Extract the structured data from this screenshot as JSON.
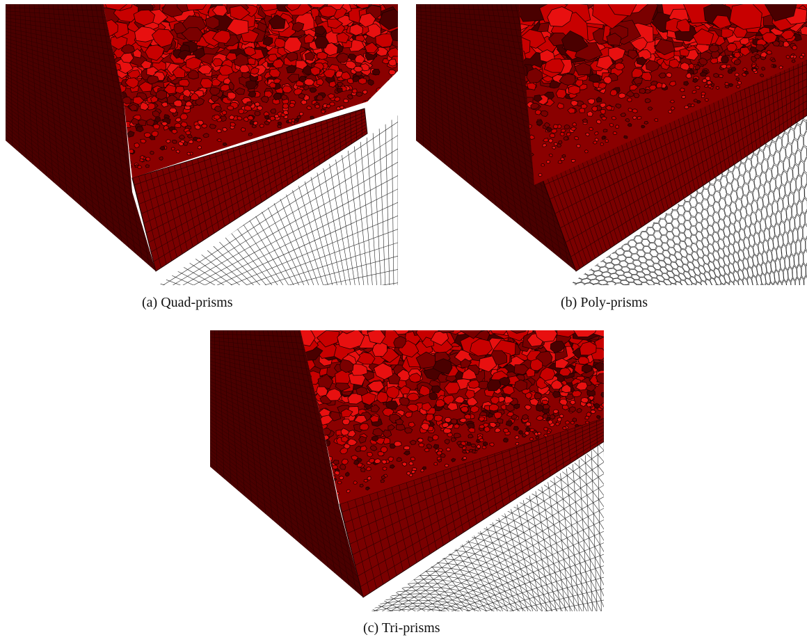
{
  "figures": [
    {
      "id": "a",
      "caption": "(a) Quad-prisms",
      "ground_mesh": "quad"
    },
    {
      "id": "b",
      "caption": "(b) Poly-prisms",
      "ground_mesh": "hex"
    },
    {
      "id": "c",
      "caption": "(c) Tri-prisms",
      "ground_mesh": "tri"
    }
  ],
  "colors": {
    "volume_dark": "#4a0000",
    "volume_mid": "#7a0000",
    "cell_bright": "#c80000",
    "cell_highlight": "#e81010",
    "cell_edge": "#200000",
    "ground_line": "#222222",
    "background": "#ffffff"
  }
}
